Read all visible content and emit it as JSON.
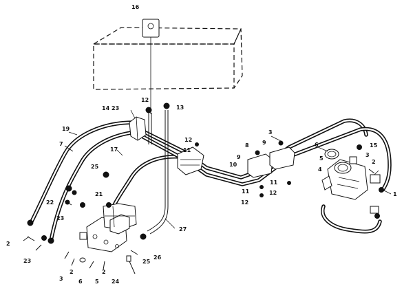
{
  "callouts": {
    "c16": "16",
    "c12a": "12",
    "c13": "13",
    "c14": "14",
    "c23a": "23",
    "c19": "19",
    "c7": "7",
    "c17": "17",
    "c25a": "25",
    "c22": "22",
    "c21": "21",
    "c23b": "23",
    "c2a": "2",
    "c23c": "23",
    "c3a": "3",
    "c2b": "2",
    "c6a": "6",
    "c5a": "5",
    "c2c": "2",
    "c24": "24",
    "c25b": "25",
    "c26": "26",
    "c27": "27",
    "c12b": "12",
    "c11a": "11",
    "c8": "8",
    "c9a": "9",
    "c10": "10",
    "c9b": "9",
    "c3b": "3",
    "c11b": "11",
    "c11c": "11",
    "c12c": "12",
    "c12d": "12",
    "c6b": "6",
    "c15": "15",
    "c5b": "5",
    "c4": "4",
    "c3c": "3",
    "c2d": "2",
    "c1": "1"
  }
}
